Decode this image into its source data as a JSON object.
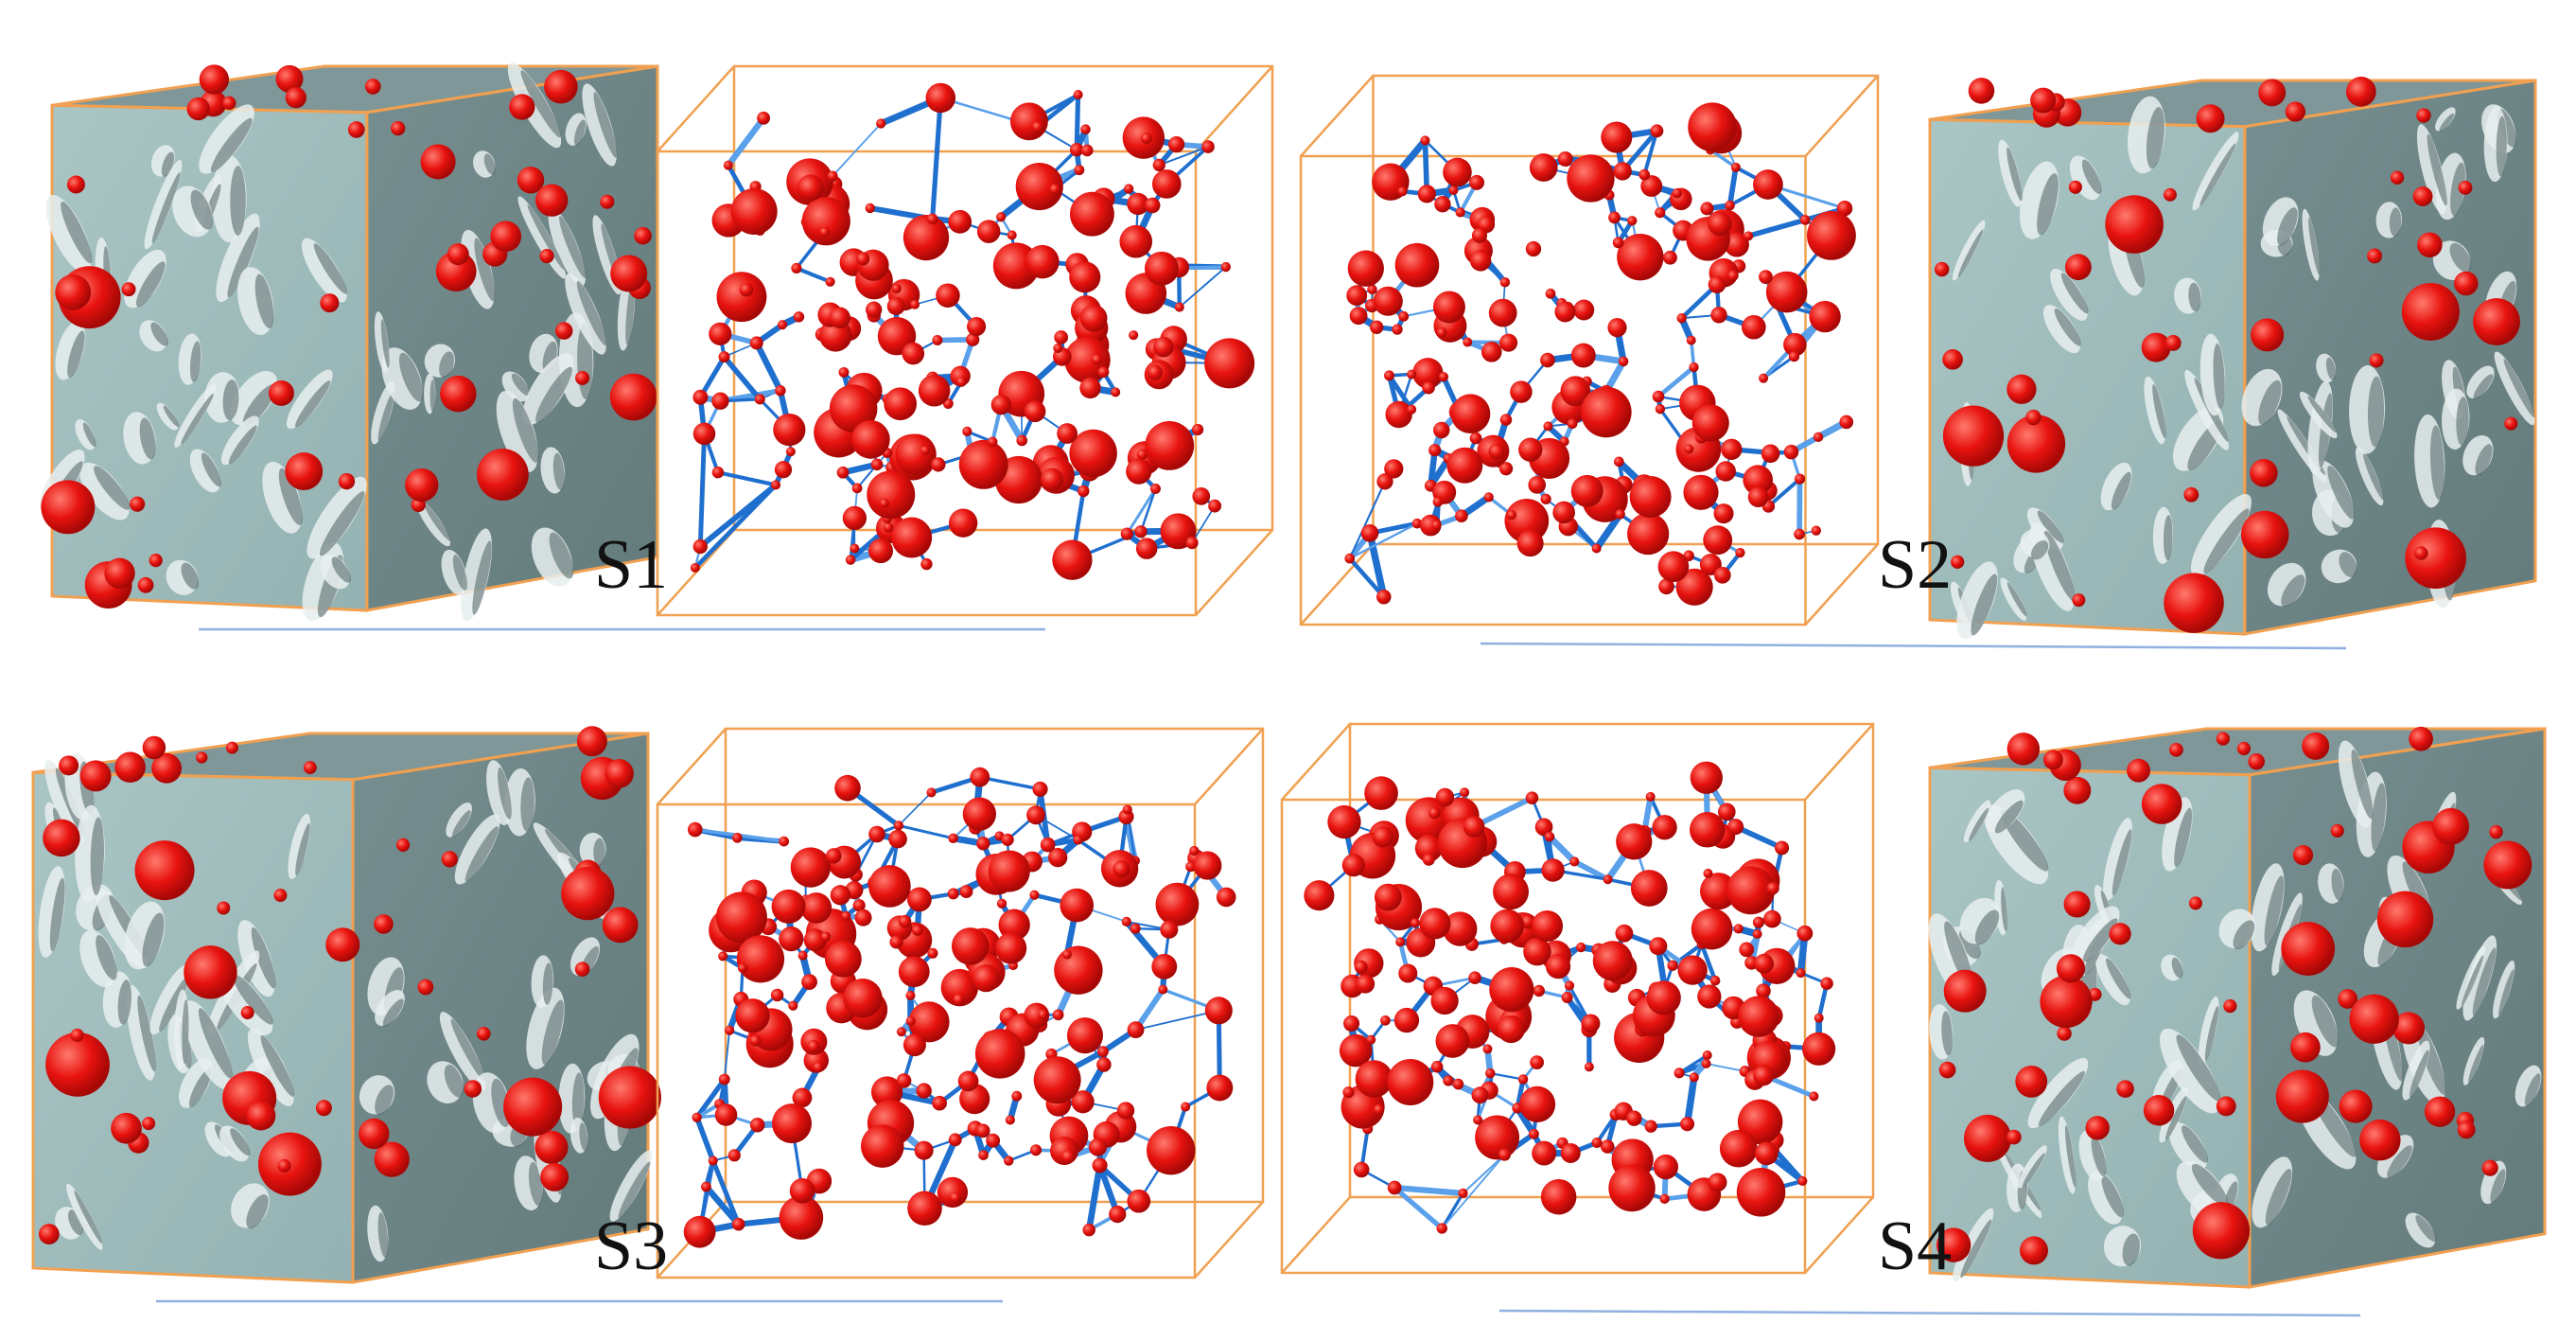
{
  "figure": {
    "samples": [
      {
        "id": "S1",
        "label": "S1",
        "layout": "solid-left"
      },
      {
        "id": "S2",
        "label": "S2",
        "layout": "solid-right"
      },
      {
        "id": "S3",
        "label": "S3",
        "layout": "solid-left"
      },
      {
        "id": "S4",
        "label": "S4",
        "layout": "solid-right"
      }
    ],
    "colors": {
      "background": "#ffffff",
      "solid_front": "#9fbcbc",
      "solid_right": "#6e8586",
      "solid_top": "#7f9798",
      "pore": "#e8130f",
      "pore_highlight": "#ff6b5e",
      "throat": "#1f6fcf",
      "throat_light": "#5aa0ea",
      "box_edge": "#f0a050",
      "underline": "#8fb0e0",
      "crack": "#e8eeee"
    }
  }
}
